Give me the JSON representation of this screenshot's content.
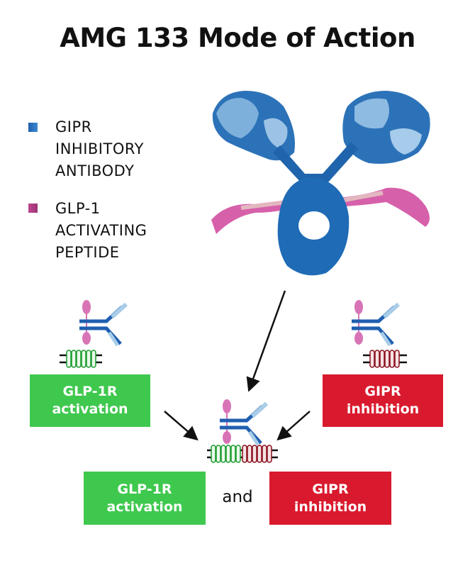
{
  "title": "AMG 133 Mode of Action",
  "legend": [
    {
      "lines": [
        "GIPR",
        "INHIBITORY",
        "ANTIBODY"
      ],
      "color": "#1f6bb5"
    },
    {
      "lines": [
        "GLP-1",
        "ACTIVATING",
        "PEPTIDE"
      ],
      "color": "#c04c93"
    }
  ],
  "boxes": {
    "left_top": {
      "line1": "GLP-1R",
      "line2": "activation",
      "color": "#3fc84e"
    },
    "right_top": {
      "line1": "GIPR",
      "line2": "inhibition",
      "color": "#d91a2e"
    },
    "left_bottom": {
      "line1": "GLP-1R",
      "line2": "activation",
      "color": "#3fc84e"
    },
    "right_bottom": {
      "line1": "GIPR",
      "line2": "inhibition",
      "color": "#d91a2e"
    }
  },
  "connector": "and"
}
